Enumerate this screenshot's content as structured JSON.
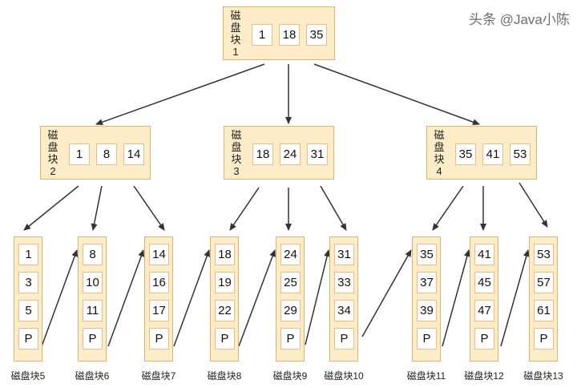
{
  "root": {
    "label": "磁盘块1",
    "keys": [
      "1",
      "18",
      "35"
    ]
  },
  "internal": [
    {
      "label": "磁盘块2",
      "keys": [
        "1",
        "8",
        "14"
      ]
    },
    {
      "label": "磁盘块3",
      "keys": [
        "18",
        "24",
        "31"
      ]
    },
    {
      "label": "磁盘块4",
      "keys": [
        "35",
        "41",
        "53"
      ]
    }
  ],
  "leaves": [
    {
      "label": "磁盘块5",
      "keys": [
        "1",
        "3",
        "5",
        "P"
      ]
    },
    {
      "label": "磁盘块6",
      "keys": [
        "8",
        "10",
        "11",
        "P"
      ]
    },
    {
      "label": "磁盘块7",
      "keys": [
        "14",
        "16",
        "17",
        "P"
      ]
    },
    {
      "label": "磁盘块8",
      "keys": [
        "18",
        "19",
        "22",
        "P"
      ]
    },
    {
      "label": "磁盘块9",
      "keys": [
        "24",
        "25",
        "29",
        "P"
      ]
    },
    {
      "label": "磁盘块10",
      "keys": [
        "31",
        "33",
        "34",
        "P"
      ]
    },
    {
      "label": "磁盘块11",
      "keys": [
        "35",
        "37",
        "39",
        "P"
      ]
    },
    {
      "label": "磁盘块12",
      "keys": [
        "41",
        "45",
        "47",
        "P"
      ]
    },
    {
      "label": "磁盘块13",
      "keys": [
        "53",
        "57",
        "61",
        "P"
      ]
    }
  ],
  "watermark": "头条 @Java小陈",
  "colors": {
    "node_fill": "#fcedc8",
    "node_border": "#e0b36a",
    "key_border": "#f0b98a",
    "arrow": "#333333"
  }
}
